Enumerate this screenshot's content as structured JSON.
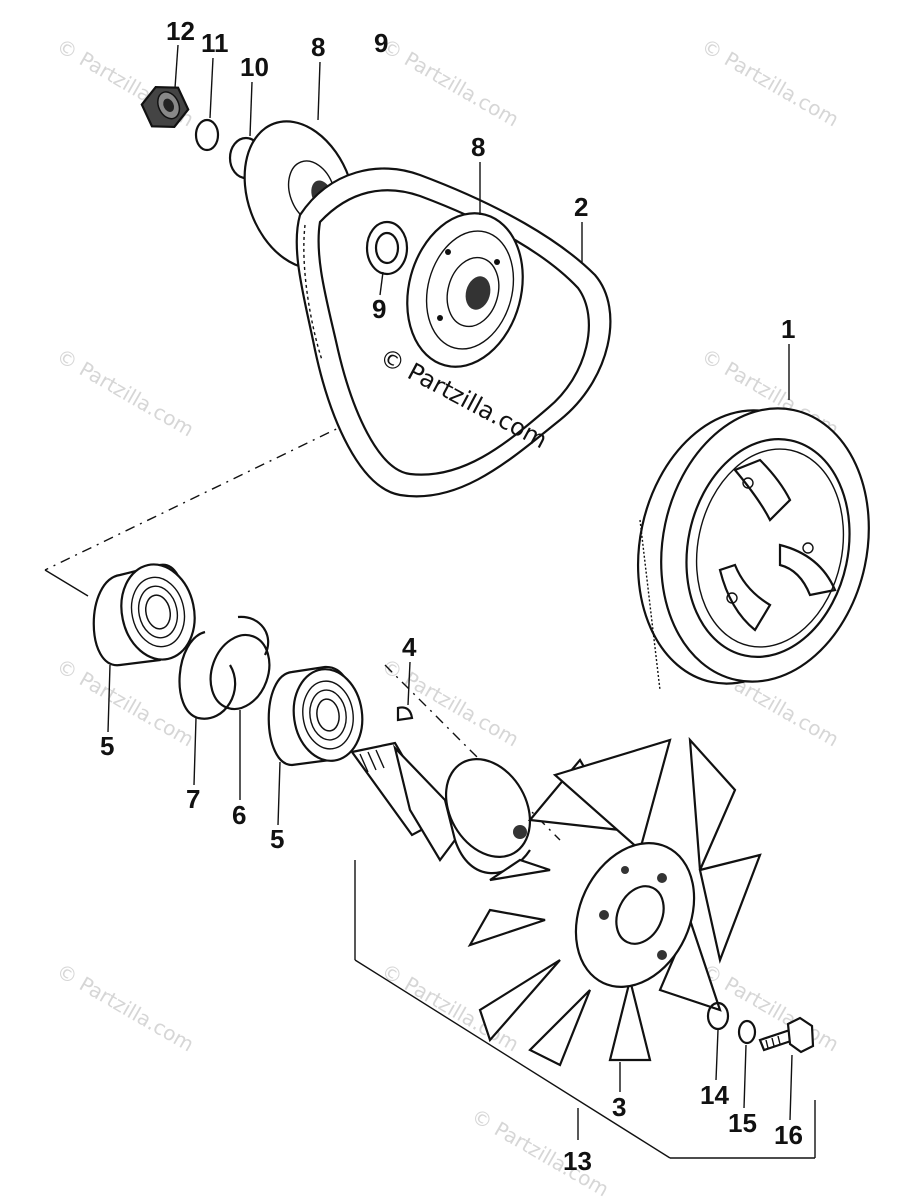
{
  "watermark": {
    "main": "© Partzilla.com",
    "tiles": [
      "© Partzilla.com",
      "© Partzilla.com",
      "© Partzilla.com",
      "© Partzilla.com",
      "© Partzilla.com",
      "© Partzilla.com",
      "© Partzilla.com",
      "© Partzilla.com",
      "© Partzilla.com",
      "© Partzilla.com",
      "© Partzilla.com",
      "© Partzilla.com"
    ]
  },
  "callouts": {
    "c1": "1",
    "c2": "2",
    "c3": "3",
    "c4": "4",
    "c5a": "5",
    "c5b": "5",
    "c6": "6",
    "c7": "7",
    "c8a": "8",
    "c8b": "8",
    "c9": "9",
    "c10": "10",
    "c11": "11",
    "c12": "12",
    "c13": "13",
    "c14": "14",
    "c15": "15",
    "c16": "16"
  },
  "icons": {
    "nut": "hex-nut-icon",
    "bolt": "hex-bolt-icon",
    "fan": "fan-icon",
    "bearing": "bearing-icon",
    "pulley": "pulley-icon"
  }
}
